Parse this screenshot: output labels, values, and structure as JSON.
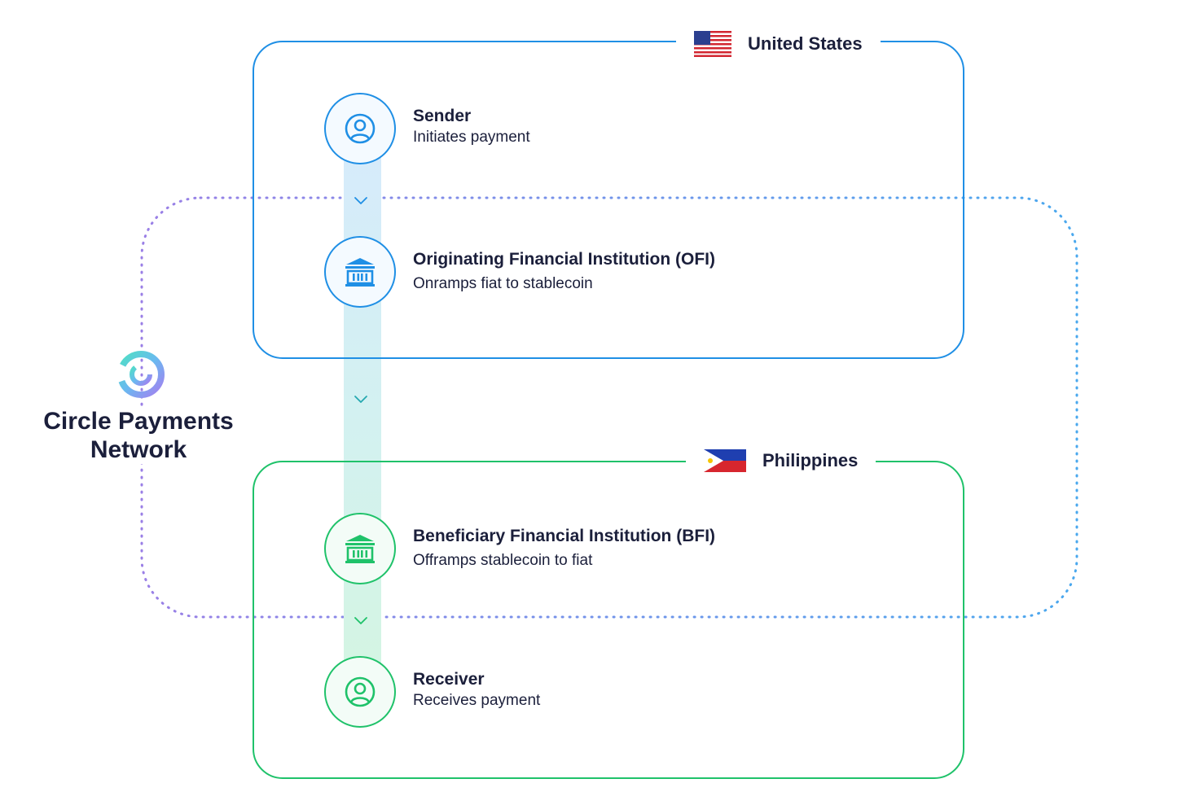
{
  "network": {
    "name": "Circle Payments Network"
  },
  "regions": {
    "us": {
      "name": "United States"
    },
    "ph": {
      "name": "Philippines"
    }
  },
  "nodes": {
    "sender": {
      "title": "Sender",
      "subtitle": "Initiates payment",
      "icon": "user-icon"
    },
    "ofi": {
      "title": "Originating Financial Institution (OFI)",
      "subtitle": "Onramps fiat to stablecoin",
      "icon": "bank-icon"
    },
    "bfi": {
      "title": "Beneficiary Financial Institution (BFI)",
      "subtitle": "Offramps stablecoin to fiat",
      "icon": "bank-icon"
    },
    "receiver": {
      "title": "Receiver",
      "subtitle": "Receives payment",
      "icon": "user-icon"
    }
  },
  "colors": {
    "us_blue": "#1f8fe5",
    "ph_green": "#1fc26a",
    "network_purple": "#9a7fe6",
    "network_blue": "#4aa8ee",
    "text_dark": "#1b1f3b"
  }
}
